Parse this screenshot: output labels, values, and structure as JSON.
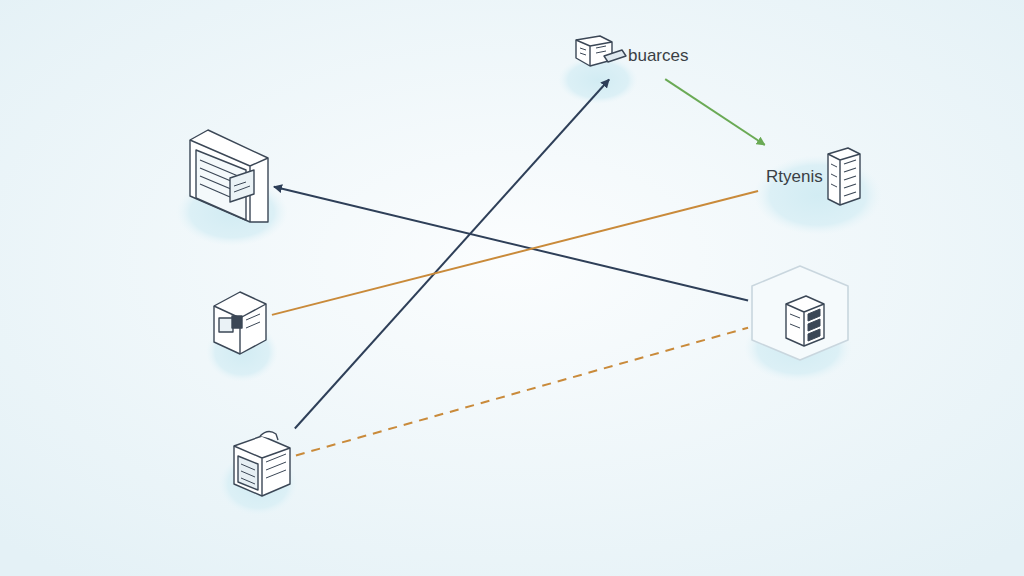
{
  "diagram": {
    "nodes": [
      {
        "text": [
          "buarces"
        ]
      },
      {
        "text": []
      },
      {
        "text": [
          "Rtyenis"
        ]
      },
      {
        "text": []
      },
      {
        "text": []
      },
      {
        "text": []
      }
    ],
    "edges": [
      {
        "from": 5,
        "to": 0,
        "arrow": "to"
      },
      {
        "from": 0,
        "to": 2,
        "arrow": "to"
      },
      {
        "from": 4,
        "to": 1,
        "arrow": "to"
      },
      {
        "from": 3,
        "to": 2,
        "arrow": "none"
      },
      {
        "from": 5,
        "to": 4,
        "arrow": "none"
      }
    ]
  }
}
